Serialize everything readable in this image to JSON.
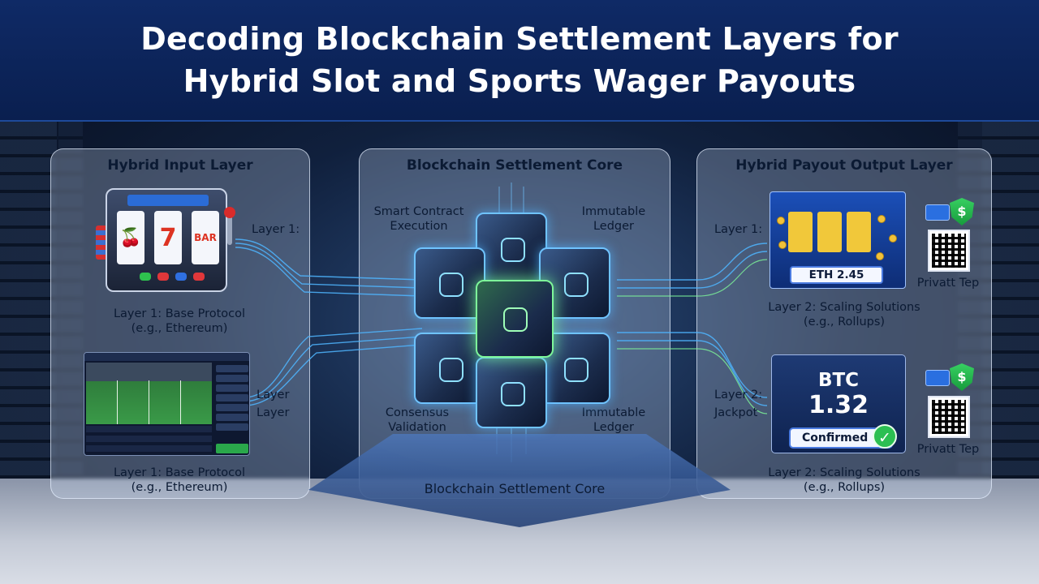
{
  "title_line1": "Decoding Blockchain Settlement Layers for",
  "title_line2": "Hybrid Slot and Sports Wager Payouts",
  "left_panel": {
    "title": "Hybrid Input Layer",
    "layer1_tag": "Layer 1:",
    "slot_label_1": "Layer 1: Base Protocol",
    "slot_label_2": "(e.g., Ethereum)",
    "layer_tag_a": "Layer",
    "layer_tag_b": "Layer",
    "sports_label_1": "Layer 1: Base Protocol",
    "sports_label_2": "(e.g., Ethereum)",
    "slot_reels": [
      "🍒",
      "7",
      "BAR"
    ]
  },
  "center_panel": {
    "title": "Blockchain Settlement Core",
    "smart_contract_1": "Smart Contract",
    "smart_contract_2": "Execution",
    "ledger_top_1": "Immutable",
    "ledger_top_2": "Ledger",
    "consensus_1": "Consensus",
    "consensus_2": "Validation",
    "ledger_bottom_1": "Immutable",
    "ledger_bottom_2": "Ledger",
    "base_label": "Blockchain Settlement Core"
  },
  "right_panel": {
    "title": "Hybrid Payout Output Layer",
    "layer1_tag": "Layer 1:",
    "eth_value": "ETH 2.45",
    "private_tag_1": "Privatt Tep",
    "scaling_label_1a": "Layer 2: Scaling Solutions",
    "scaling_label_1b": "(e.g., Rollups)",
    "layer2_tag": "Layer 2:",
    "jackpot_tag": "Jackpot",
    "btc_label": "BTC",
    "btc_value": "1.32",
    "confirmed": "Confirmed",
    "private_tag_2": "Privatt Tep",
    "scaling_label_2a": "Layer 2: Scaling Solutions",
    "scaling_label_2b": "(e.g., Rollups)",
    "shield_symbol": "$",
    "check_symbol": "✓"
  },
  "colors": {
    "header_bg": "#0f2a66",
    "stream_blue": "#4fb6ff",
    "stream_green": "#7ef79a",
    "confirm_green": "#2cbf52"
  }
}
